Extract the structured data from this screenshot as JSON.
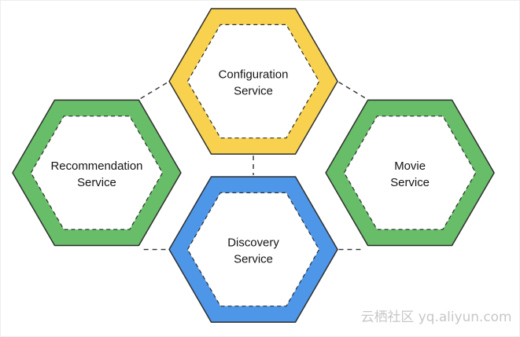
{
  "diagram": {
    "watermark": "云栖社区 yq.aliyun.com",
    "colors": {
      "configuration": "#F8D24E",
      "recommendation": "#67BD68",
      "movie": "#67BD68",
      "discovery": "#4D96E8",
      "outline": "#2E2E2E",
      "inner_fill": "#FFFFFF"
    },
    "nodes": {
      "configuration": {
        "line1": "Configuration",
        "line2": "Service",
        "color": "#F8D24E"
      },
      "recommendation": {
        "line1": "Recommendation",
        "line2": "Service",
        "color": "#67BD68"
      },
      "movie": {
        "line1": "Movie",
        "line2": "Service",
        "color": "#67BD68"
      },
      "discovery": {
        "line1": "Discovery",
        "line2": "Service",
        "color": "#4D96E8"
      }
    },
    "connections": [
      "recommendation-configuration",
      "configuration-movie",
      "configuration-discovery",
      "recommendation-discovery",
      "discovery-movie"
    ]
  }
}
